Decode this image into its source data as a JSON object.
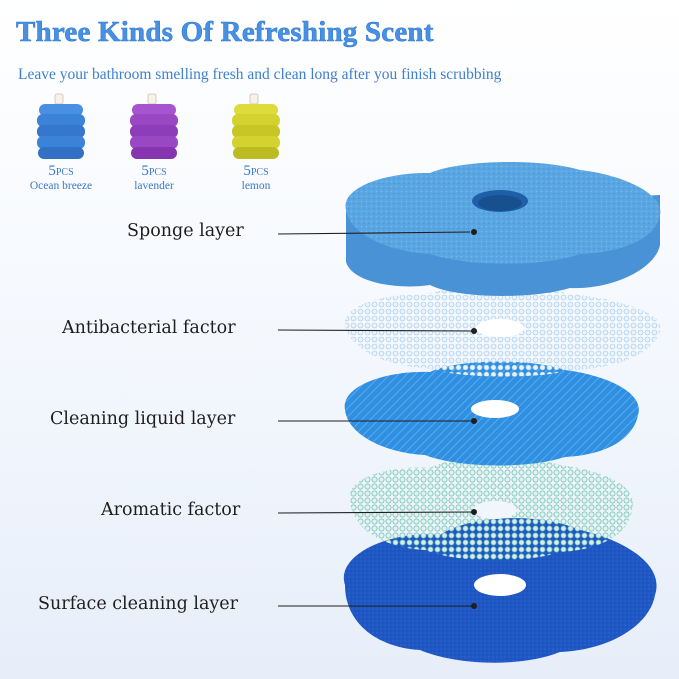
{
  "header": {
    "title": "Three Kinds Of Refreshing Scent",
    "subtitle": "Leave your bathroom smelling fresh and clean long after you finish scrubbing"
  },
  "scents": [
    {
      "qty": "5",
      "unit": "PCS",
      "name": "Ocean breeze",
      "color": "#3b82d9"
    },
    {
      "qty": "5",
      "unit": "PCS",
      "name": "lavender",
      "color": "#9a47c4"
    },
    {
      "qty": "5",
      "unit": "PCS",
      "name": "lemon",
      "color": "#d4d22e"
    }
  ],
  "layers": [
    {
      "label": "Sponge layer",
      "color": "#5aa6e3"
    },
    {
      "label": "Antibacterial factor",
      "color": "#d2e7f7"
    },
    {
      "label": "Cleaning liquid layer",
      "color": "#2f8fe0"
    },
    {
      "label": "Aromatic factor",
      "color": "#bfe6df"
    },
    {
      "label": "Surface cleaning layer",
      "color": "#1f57c4"
    }
  ]
}
